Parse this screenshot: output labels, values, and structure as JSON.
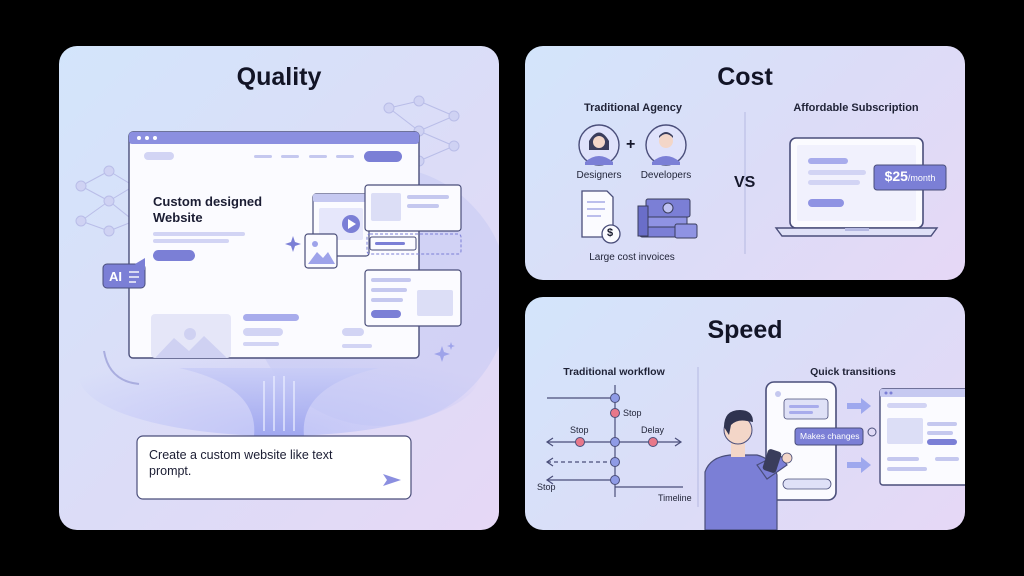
{
  "quality": {
    "title": "Quality",
    "site_heading": "Custom designed Website",
    "ai_badge": "AI",
    "prompt_text": "Create a custom website like text prompt."
  },
  "cost": {
    "title": "Cost",
    "left_heading": "Traditional Agency",
    "designers": "Designers",
    "plus": "+",
    "developers": "Developers",
    "invoices": "Large cost invoices",
    "vs": "VS",
    "right_heading": "Affordable Subscription",
    "price": "$25",
    "period": "/month",
    "invoice_symbol": "$"
  },
  "speed": {
    "title": "Speed",
    "left_heading": "Traditional workflow",
    "stop_right": "Stop",
    "stop_left": "Stop",
    "delay": "Delay",
    "stop_bottom": "Stop",
    "timeline": "Timeline",
    "right_heading": "Quick transitions",
    "makes_changes": "Makes changes"
  },
  "colors": {
    "accent": "#7b7fd6",
    "accent_dark": "#4b4fa8",
    "stroke": "#4a4e7a",
    "stop_dot": "#e8788a",
    "node_dot": "#8f9be6"
  },
  "icons": [
    "neural-network-icon",
    "play-icon",
    "image-icon",
    "sparkle-icon",
    "send-icon",
    "person-icon",
    "invoice-icon",
    "money-stack-icon",
    "laptop-icon",
    "phone-icon",
    "arrow-right-icon"
  ]
}
